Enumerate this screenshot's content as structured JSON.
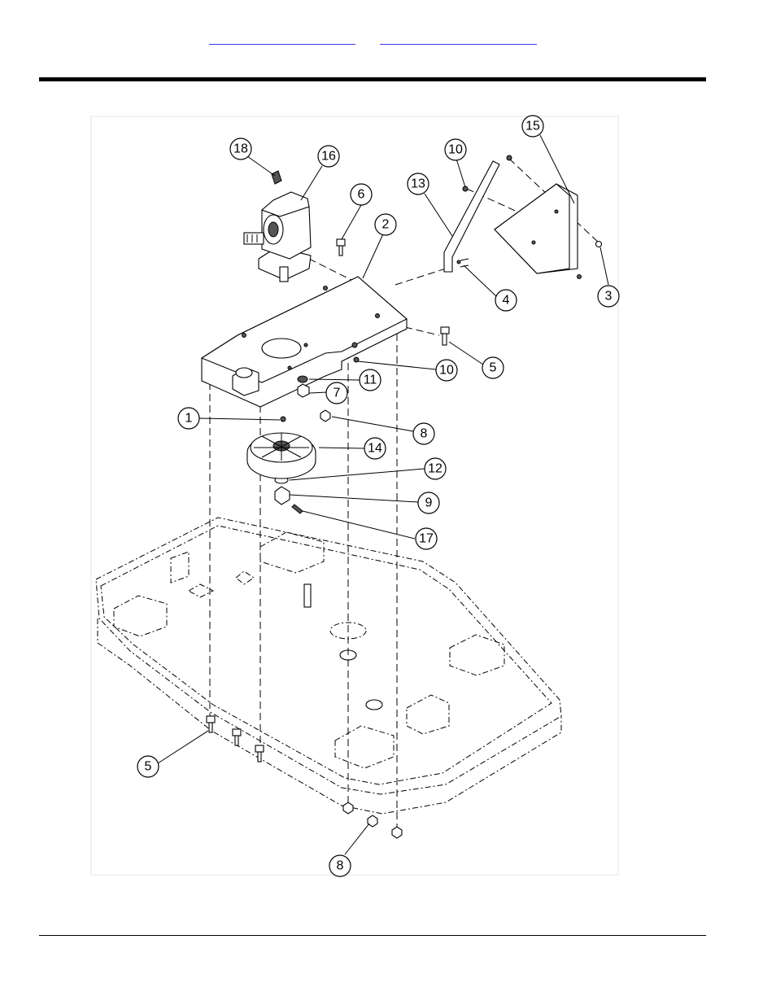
{
  "header": {
    "links": [
      "",
      ""
    ]
  },
  "callouts": [
    {
      "n": "1"
    },
    {
      "n": "2"
    },
    {
      "n": "3"
    },
    {
      "n": "4"
    },
    {
      "n": "5"
    },
    {
      "n": "5"
    },
    {
      "n": "6"
    },
    {
      "n": "7"
    },
    {
      "n": "8"
    },
    {
      "n": "8"
    },
    {
      "n": "9"
    },
    {
      "n": "10"
    },
    {
      "n": "10"
    },
    {
      "n": "11"
    },
    {
      "n": "12"
    },
    {
      "n": "13"
    },
    {
      "n": "14"
    },
    {
      "n": "15"
    },
    {
      "n": "16"
    },
    {
      "n": "17"
    },
    {
      "n": "18"
    }
  ]
}
